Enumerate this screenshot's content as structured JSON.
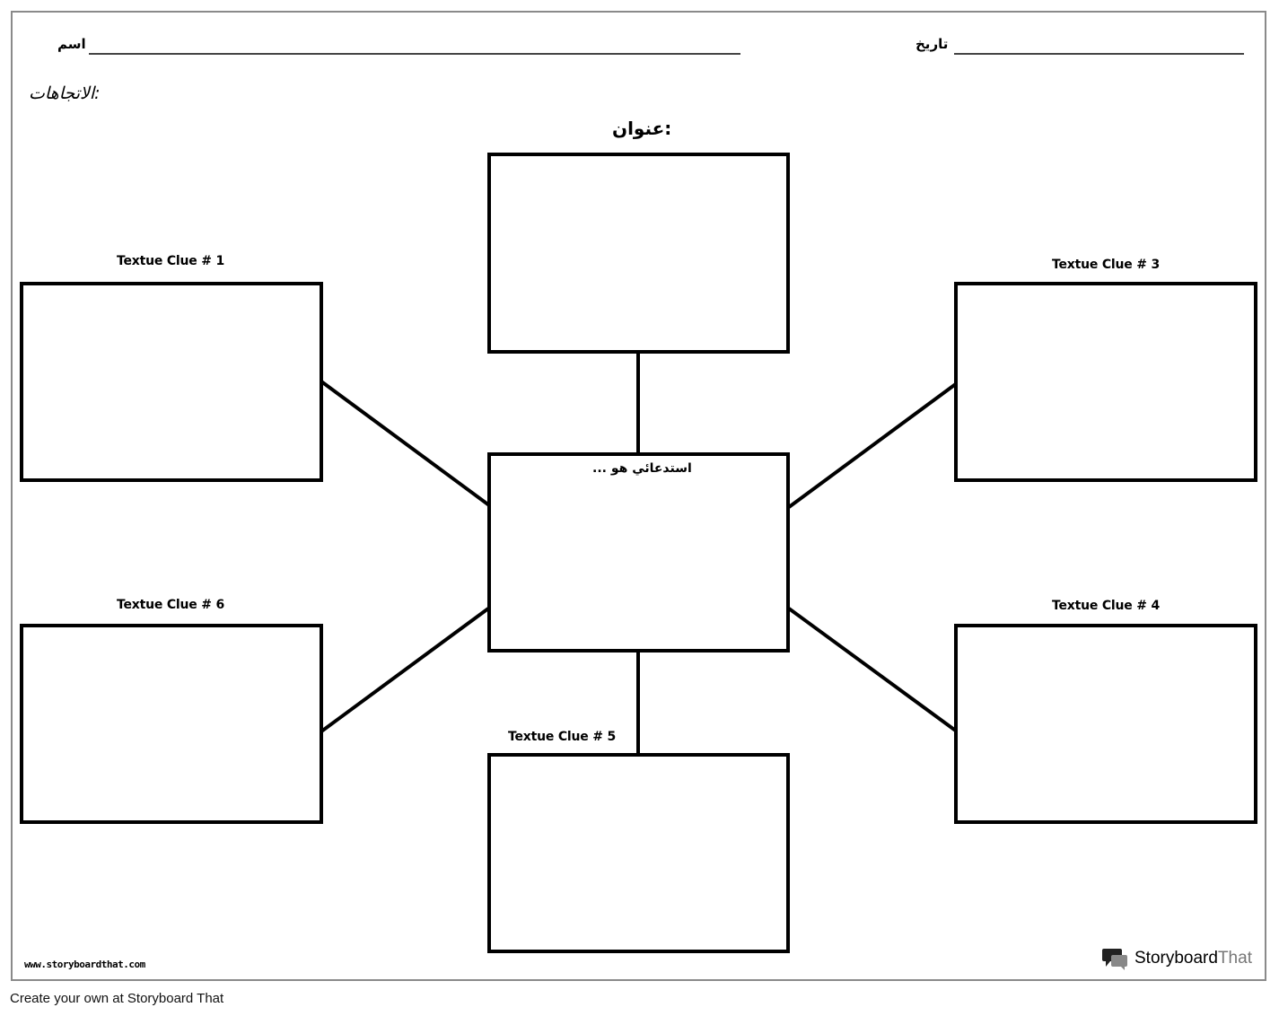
{
  "header": {
    "name_label": "اسم",
    "date_label": "تاريخ",
    "directions_label": ":الاتجاهات"
  },
  "title_label": ":عنوان",
  "center_box": {
    "label": "استدعائي هو ..."
  },
  "clues": [
    {
      "label": "Textue Clue # 1"
    },
    {
      "label": "Textue Clue # 3"
    },
    {
      "label": "Textue Clue # 6"
    },
    {
      "label": "Textue Clue # 4"
    },
    {
      "label": "Textue Clue # 5"
    }
  ],
  "footer": {
    "url": "www.storyboardthat.com",
    "logo_part1": "Storyboard",
    "logo_part2": "That",
    "logo_icon": "speech-bubbles-icon",
    "credit": "Create your own at Storyboard That"
  }
}
